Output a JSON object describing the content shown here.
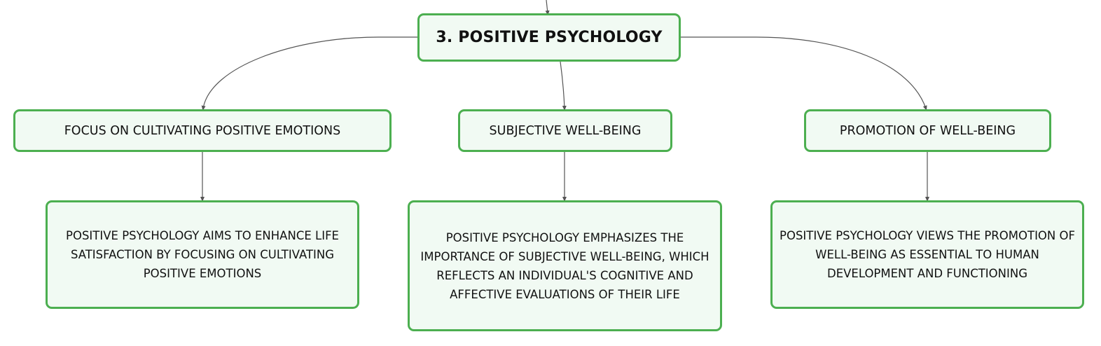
{
  "diagram": {
    "root": {
      "label": "3. POSITIVE PSYCHOLOGY"
    },
    "branches": [
      {
        "label": "FOCUS ON CULTIVATING POSITIVE EMOTIONS",
        "detail": "POSITIVE PSYCHOLOGY AIMS TO ENHANCE LIFE SATISFACTION BY FOCUSING ON CULTIVATING POSITIVE EMOTIONS"
      },
      {
        "label": "SUBJECTIVE WELL-BEING",
        "detail": "POSITIVE PSYCHOLOGY EMPHASIZES THE IMPORTANCE OF SUBJECTIVE WELL-BEING, WHICH REFLECTS AN INDIVIDUAL'S COGNITIVE AND AFFECTIVE EVALUATIONS OF THEIR LIFE"
      },
      {
        "label": "PROMOTION OF WELL-BEING",
        "detail": "POSITIVE PSYCHOLOGY VIEWS THE PROMOTION OF WELL-BEING AS ESSENTIAL TO HUMAN DEVELOPMENT AND FUNCTIONING"
      }
    ],
    "colors": {
      "node_border": "#4caf50",
      "node_fill": "#f1faf3",
      "connector": "#555555"
    }
  }
}
